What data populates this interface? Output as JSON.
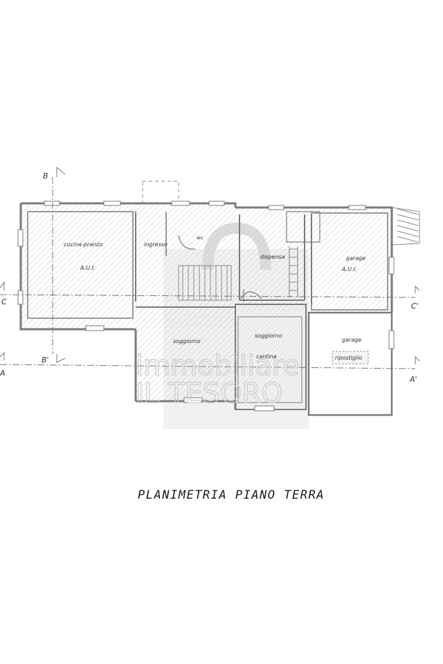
{
  "plan": {
    "caption": "PLANIMETRIA PIANO TERRA",
    "rooms": {
      "cucina_pranzo": "cucina-pranzo",
      "aui_left": "A.U.I.",
      "ingresso": "ingresso",
      "wc": "wc",
      "dispensa": "dispensa",
      "garage_top": "garage",
      "aui_right": "A.U.I.",
      "soggiorno_left": "soggiorno",
      "soggiorno_center": "soggiorno",
      "cantina": "cantina",
      "garage_bottom": "garage",
      "ripostiglio": "ripostiglio"
    },
    "sections": {
      "b_top": "B",
      "b_bottom": "B'",
      "c_left": "C",
      "c_right": "C'",
      "a_left": "A",
      "a_right": "A'"
    },
    "watermark": {
      "line1": "immobiliare",
      "line2": "IL TESORO"
    },
    "colors": {
      "wall": "#8a8a8a",
      "hatch": "#c4c4c4",
      "watermark": "#d9d9d9"
    }
  }
}
